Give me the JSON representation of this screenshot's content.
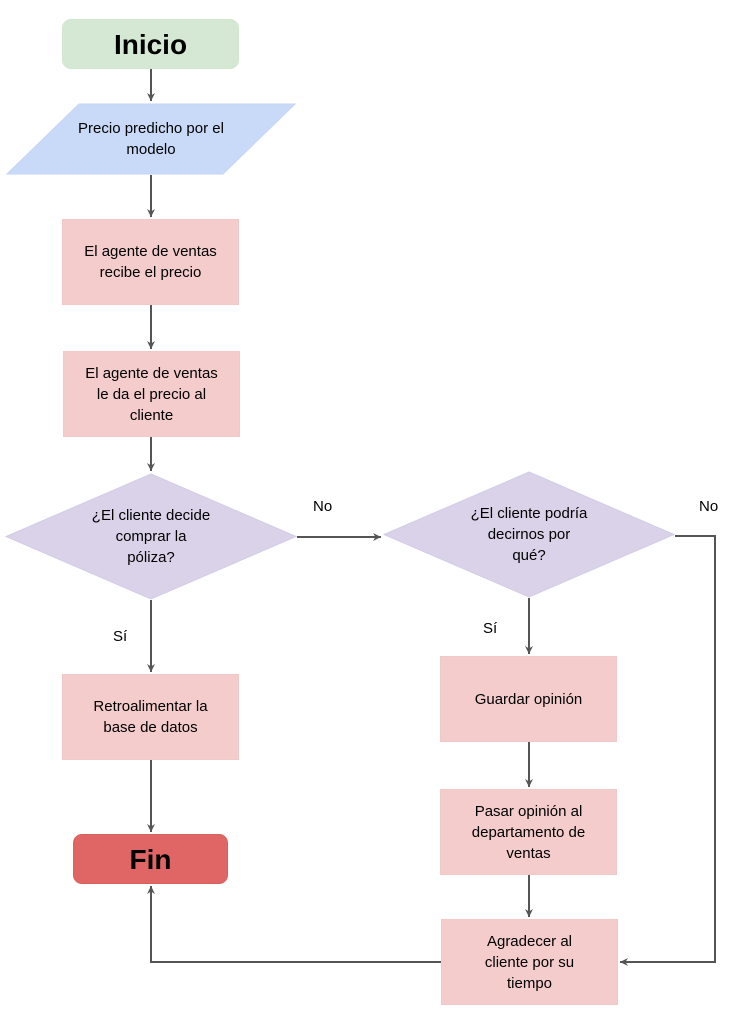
{
  "nodes": {
    "start": "Inicio",
    "input_price": "Precio predicho por el modelo",
    "agent_receives": "El agente de ventas recibe el precio",
    "agent_gives": "El agente de ventas le da el precio al cliente",
    "decision_buy": "¿El cliente decide comprar la póliza?",
    "feedback_db": "Retroalimentar la base de datos",
    "end": "Fin",
    "decision_why": "¿El cliente podría decirnos por qué?",
    "save_opinion": "Guardar opinión",
    "send_opinion": "Pasar opinión al departamento de ventas",
    "thank_client": "Agradecer al cliente por su tiempo"
  },
  "edge_labels": {
    "buy_no": "No",
    "buy_yes": "Sí",
    "why_yes": "Sí",
    "why_no": "No"
  },
  "colors": {
    "start": "#d5e8d4",
    "input": "#c9daf8",
    "process": "#f4cccc",
    "decision": "#d9d2e9",
    "end": "#e06666",
    "connector": "#555555"
  }
}
